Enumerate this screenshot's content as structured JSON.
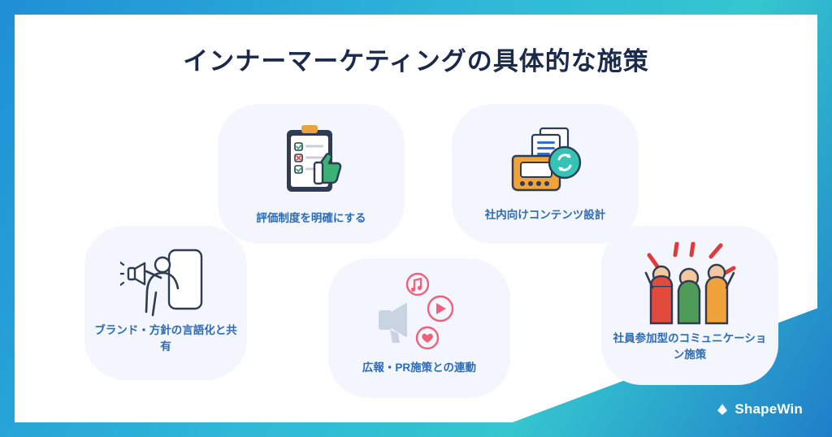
{
  "slide": {
    "title": "インナーマーケティングの具体的な施策",
    "background_gradient": [
      "#1f8fd6",
      "#2fb8d8",
      "#35c6cf",
      "#1f7fc9"
    ],
    "card_background": "#ffffff",
    "title_color": "#1b2a4a",
    "label_color": "#2c6bb5",
    "node_background": "#f3f6fd"
  },
  "nodes": [
    {
      "label": "評価制度を明確にする",
      "icon": "clipboard-checklist-thumbsup-icon"
    },
    {
      "label": "社内向けコンテンツ設計",
      "icon": "documents-sync-icon"
    },
    {
      "label": "ブランド・方針の言語化と共有",
      "icon": "megaphone-person-icon"
    },
    {
      "label": "広報・PR施策との連動",
      "icon": "megaphone-media-icon"
    },
    {
      "label": "社員参加型のコミュニケーション施策",
      "icon": "cheering-people-icon"
    }
  ],
  "logo": {
    "name": "ShapeWin",
    "icon": "shapewin-mark-icon",
    "color": "#ffffff"
  }
}
